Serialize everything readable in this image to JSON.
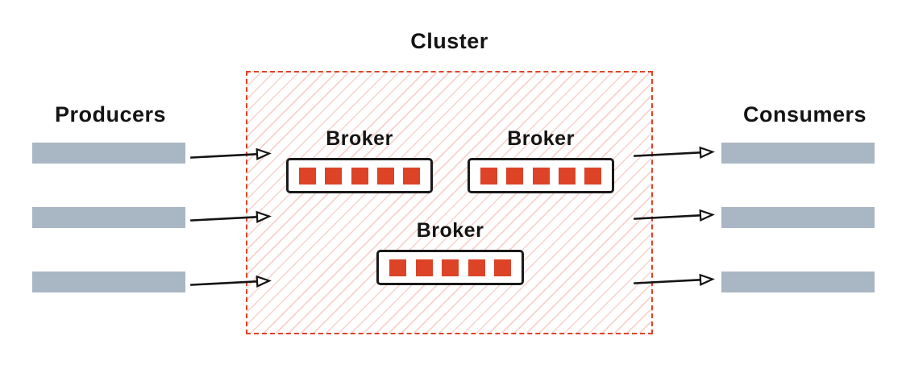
{
  "diagram": {
    "title": "Cluster",
    "producers": {
      "label": "Producers",
      "stream_count": 3
    },
    "consumers": {
      "label": "Consumers",
      "stream_count": 3
    },
    "brokers": [
      {
        "label": "Broker",
        "partition_count": 5
      },
      {
        "label": "Broker",
        "partition_count": 5
      },
      {
        "label": "Broker",
        "partition_count": 5
      }
    ],
    "arrows": {
      "producer_to_cluster": 3,
      "cluster_to_consumer": 3
    },
    "colors": {
      "accent_red": "#dc4327",
      "hatch_pink": "#f6d3cc",
      "bar_gray": "#a9b6c3",
      "text_black": "#141414"
    }
  }
}
